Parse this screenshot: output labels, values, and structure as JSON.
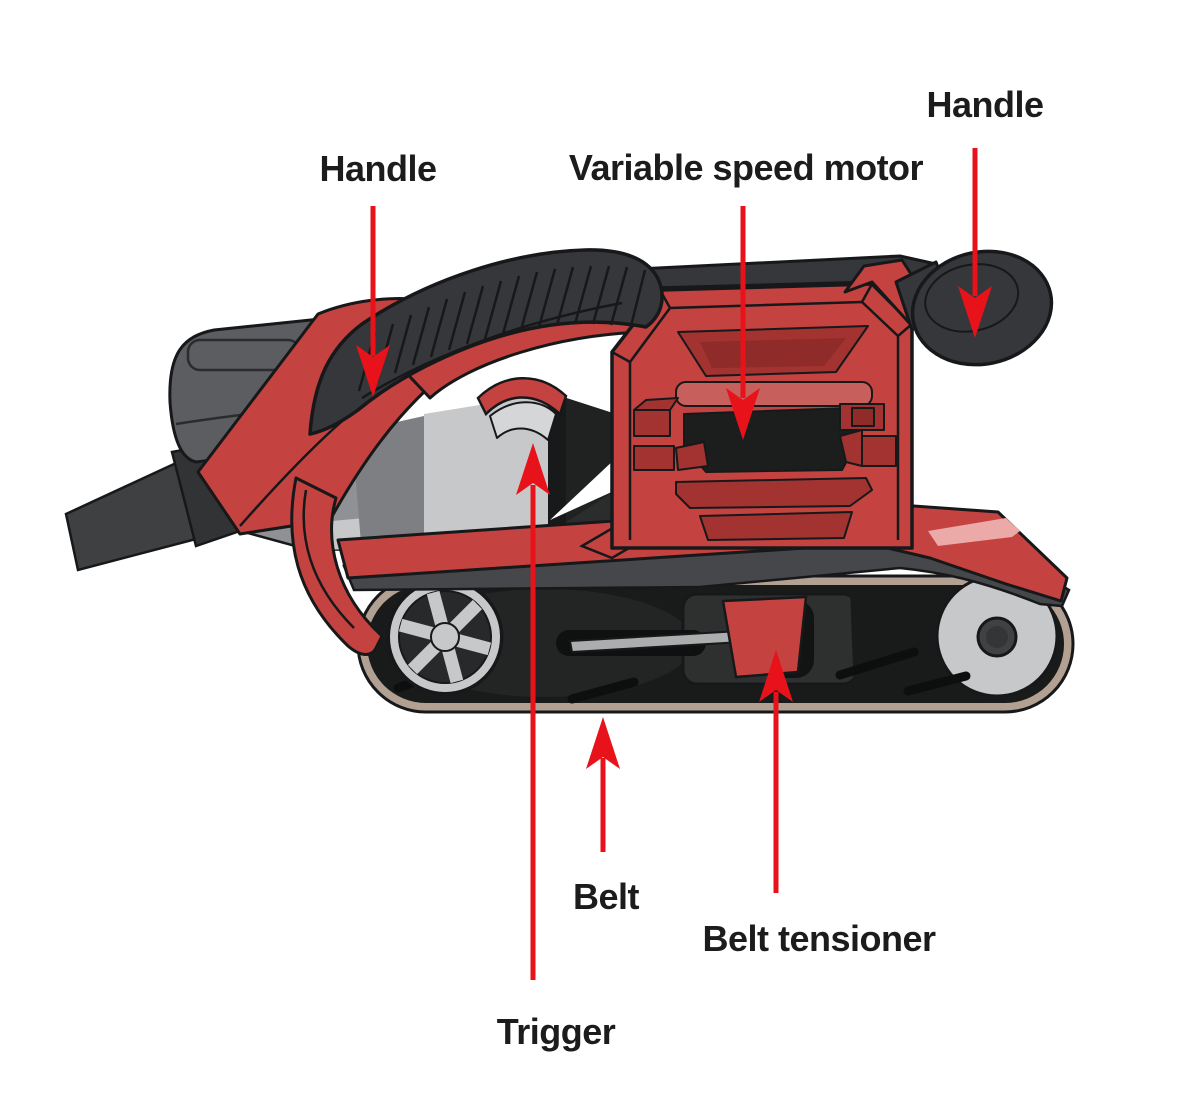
{
  "diagram": {
    "subject": "belt-sander-labeled-diagram",
    "background": "#ffffff"
  },
  "labels": {
    "handle_left": "Handle",
    "handle_right": "Handle",
    "variable_speed_motor": "Variable speed motor",
    "belt": "Belt",
    "belt_tensioner": "Belt tensioner",
    "trigger": "Trigger"
  },
  "colors": {
    "label_text": "#1c1c1c",
    "arrow_red": "#e8121a",
    "body_red": "#c4423f",
    "body_red_dark": "#a23331",
    "body_red_deep": "#8f2b29",
    "body_red_bar": "#c75f5c",
    "highlight_pink": "#eba9a7",
    "grip_dark": "#35373a",
    "gray_cap": "#5b5d60",
    "gray_mid": "#8f9194",
    "gray_light": "#c7c8ca",
    "belt_black": "#191b1a",
    "belt_edge_tan": "#b2a092",
    "frame_gray": "#45474a",
    "cord_gray": "#3e4042",
    "boot_gray": "#313335",
    "opening_black": "#17191a",
    "outline": "#17181a",
    "white_highlight": "#ffffff"
  }
}
